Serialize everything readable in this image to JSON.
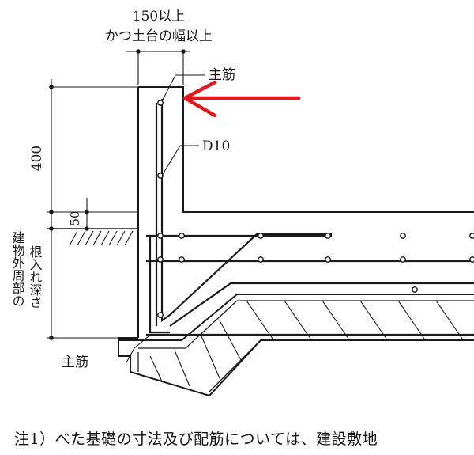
{
  "labels": {
    "width_requirement_line1": "150以上",
    "width_requirement_line2": "かつ土台の幅以上",
    "main_bar_top": "主筋",
    "stirrup": "D10",
    "height_total": "400",
    "height_above_ground": "50",
    "embedment_depth_line1": "建物外周部の",
    "embedment_depth_line2": "根入れ深さ",
    "main_bar_bottom": "主筋"
  },
  "note": "注1）べた基礎の寸法及び配筋については、建設敷地",
  "colors": {
    "arrow": "#e0191f",
    "line": "#1a1a1a"
  },
  "icons": {
    "pointer": "red-arrow-icon",
    "earth": "ground-hatch-icon"
  }
}
